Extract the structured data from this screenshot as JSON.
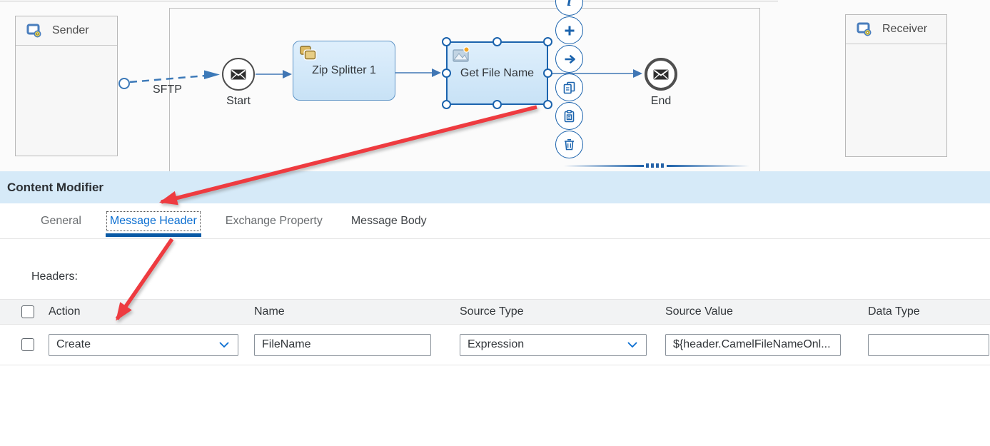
{
  "flow": {
    "sender_label": "Sender",
    "receiver_label": "Receiver",
    "connection_label": "SFTP",
    "start_label": "Start",
    "end_label": "End",
    "steps": [
      {
        "label": "Zip Splitter 1",
        "type": "splitter",
        "selected": false
      },
      {
        "label": "Get File Name",
        "type": "content-modifier",
        "selected": true
      }
    ],
    "context_menu_icons": [
      "info",
      "add",
      "connect",
      "copy",
      "paste",
      "delete"
    ]
  },
  "panel": {
    "title": "Content Modifier",
    "tabs": [
      {
        "label": "General",
        "active": false
      },
      {
        "label": "Message Header",
        "active": true
      },
      {
        "label": "Exchange Property",
        "active": false
      },
      {
        "label": "Message Body",
        "active": false
      }
    ],
    "headers_label": "Headers:",
    "table": {
      "columns": [
        "Action",
        "Name",
        "Source Type",
        "Source Value",
        "Data Type"
      ],
      "rows": [
        {
          "action": "Create",
          "name": "FileName",
          "source_type": "Expression",
          "source_value": "${header.CamelFileNameOnl...",
          "data_type": ""
        }
      ]
    }
  },
  "colors": {
    "accent_blue": "#0a6ed1",
    "tab_underline": "#0a5aa5",
    "selection_blue": "#1b63ad",
    "connector_blue": "#4076b4",
    "panel_bar": "#d6eaf8",
    "annotation_red": "#ee3b40",
    "task_fill": "#cfe6f8"
  }
}
